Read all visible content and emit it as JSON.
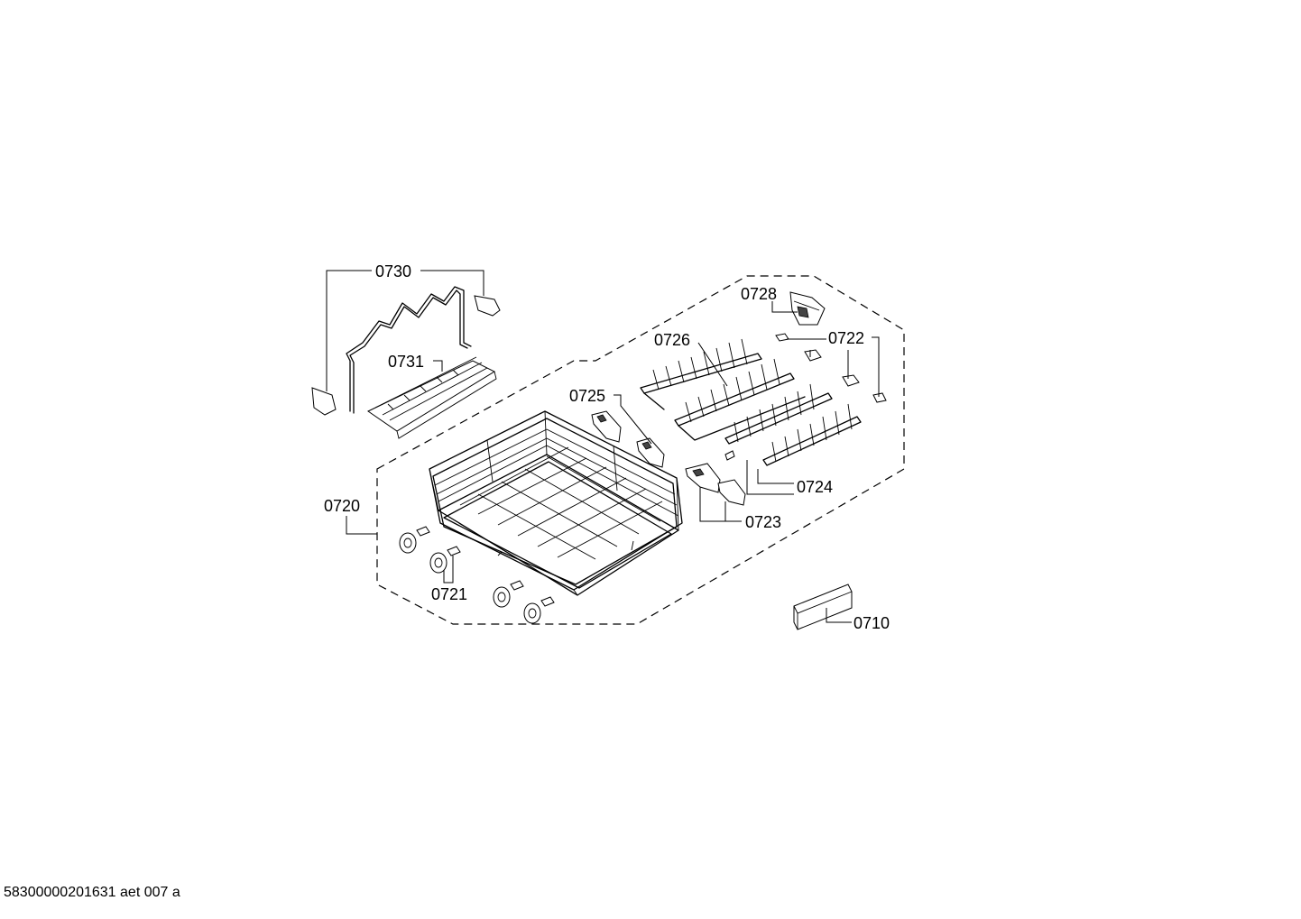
{
  "document": {
    "footer_id": "58300000201631 aet 007 a"
  },
  "parts": [
    {
      "id": "p0730",
      "number": "0730"
    },
    {
      "id": "p0731",
      "number": "0731"
    },
    {
      "id": "p0728",
      "number": "0728"
    },
    {
      "id": "p0726",
      "number": "0726"
    },
    {
      "id": "p0722",
      "number": "0722"
    },
    {
      "id": "p0725",
      "number": "0725"
    },
    {
      "id": "p0724",
      "number": "0724"
    },
    {
      "id": "p0720",
      "number": "0720"
    },
    {
      "id": "p0723",
      "number": "0723"
    },
    {
      "id": "p0721",
      "number": "0721"
    },
    {
      "id": "p0710",
      "number": "0710"
    }
  ],
  "colors": {
    "line": "#000000",
    "background": "#ffffff"
  }
}
